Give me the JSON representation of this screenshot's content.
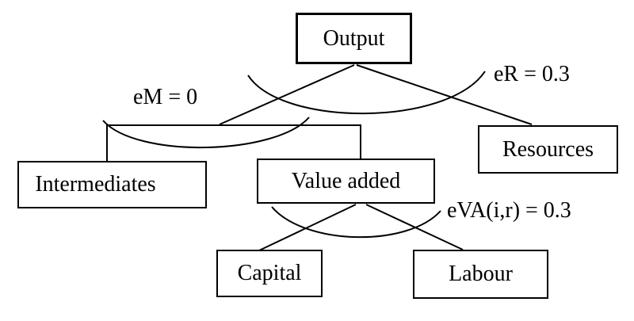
{
  "diagram": {
    "type": "tree",
    "nodes": {
      "output": {
        "label": "Output"
      },
      "intermediates": {
        "label": "Intermediates"
      },
      "value_added": {
        "label": "Value added"
      },
      "resources": {
        "label": "Resources"
      },
      "capital": {
        "label": "Capital"
      },
      "labour": {
        "label": "Labour"
      }
    },
    "elasticities": {
      "eM": {
        "label": "eM = 0"
      },
      "eR": {
        "label": "eR = 0.3"
      },
      "eVA": {
        "label": "eVA(i,r) = 0.3"
      }
    },
    "edges": [
      {
        "from": "Output",
        "to": "Intermediates"
      },
      {
        "from": "Output",
        "to": "Value added"
      },
      {
        "from": "Output",
        "to": "Resources"
      },
      {
        "from": "Value added",
        "to": "Capital"
      },
      {
        "from": "Value added",
        "to": "Labour"
      }
    ],
    "nests": [
      {
        "label": "eR = 0.3",
        "across": [
          "Intermediates + Value added",
          "Resources"
        ]
      },
      {
        "label": "eM = 0",
        "across": [
          "Intermediates",
          "Value added"
        ]
      },
      {
        "label": "eVA(i,r) = 0.3",
        "across": [
          "Capital",
          "Labour"
        ]
      }
    ],
    "colors": {
      "line": "#000000",
      "text": "#000000",
      "background": "#ffffff"
    }
  }
}
